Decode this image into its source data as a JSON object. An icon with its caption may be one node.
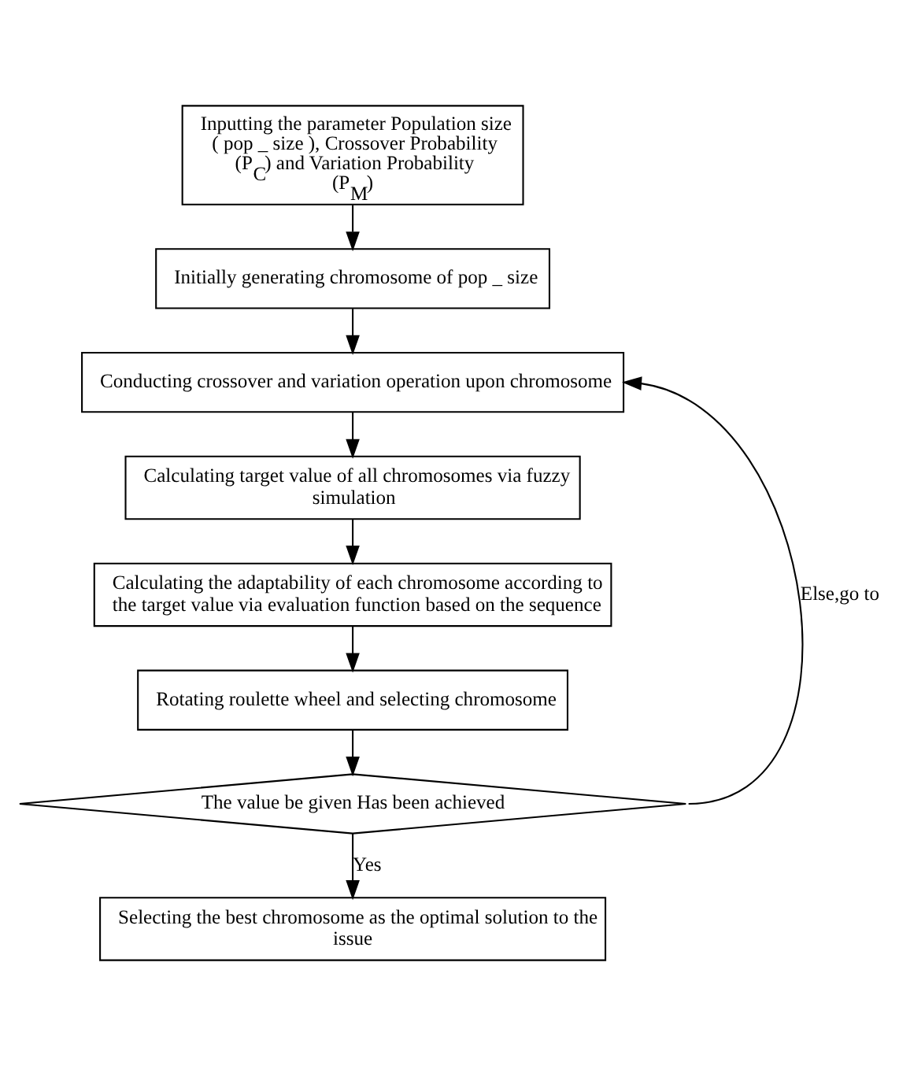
{
  "diagram": {
    "nodes": [
      {
        "text": [
          "Inputting the parameter Population size ( pop _ size ), Crossover Probability (P$_{C}$) and Variation Probability (P$_{M}$)"
        ]
      },
      {
        "text": [
          "Initially generating chromosome of pop _ size"
        ]
      },
      {
        "text": [
          "Conducting crossover and variation operation upon chromosome"
        ]
      },
      {
        "text": [
          "Calculating target value of all chromosomes via fuzzy simulation"
        ]
      },
      {
        "text": [
          "Calculating the adaptability of each chromosome according to the target value via evaluation function based on the sequence"
        ]
      },
      {
        "text": [
          "Rotating roulette wheel and selecting chromosome"
        ]
      },
      {
        "text": [
          "The value be given Has been achieved"
        ]
      },
      {
        "text": [
          "Selecting the best chromosome as the optimal solution to the issue"
        ]
      }
    ],
    "edges": [
      {
        "from": 0,
        "to": 1,
        "arrow": "to"
      },
      {
        "from": 1,
        "to": 2,
        "arrow": "to"
      },
      {
        "from": 2,
        "to": 3,
        "arrow": "to"
      },
      {
        "from": 3,
        "to": 4,
        "arrow": "to"
      },
      {
        "from": 4,
        "to": 5,
        "arrow": "to"
      },
      {
        "from": 5,
        "to": 6,
        "arrow": "to"
      },
      {
        "from": 6,
        "to": 7,
        "arrow": "to",
        "label": "Yes"
      },
      {
        "from": 6,
        "to": 2,
        "arrow": "to",
        "label": "Else,go to"
      }
    ]
  }
}
